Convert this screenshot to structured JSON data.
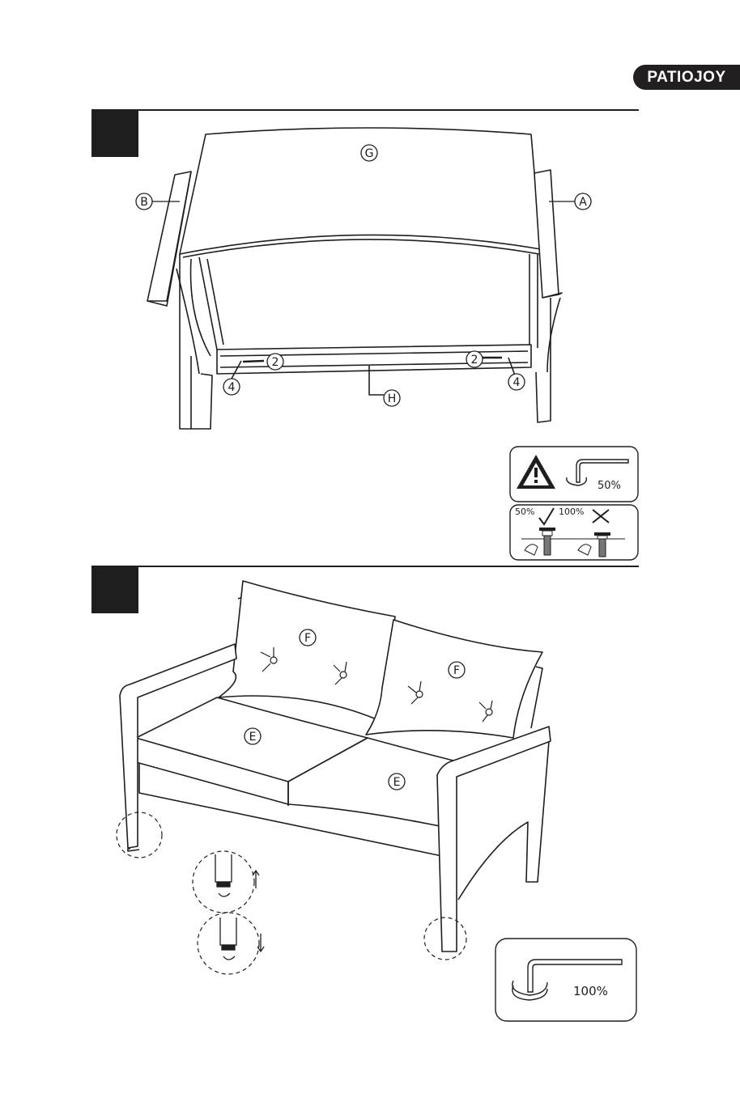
{
  "brand": {
    "logo_text": "PATIOJOY"
  },
  "step1": {
    "parts": {
      "G": "G",
      "B": "B",
      "A": "A",
      "H": "H"
    },
    "hardware": {
      "left_bolt": "2",
      "right_bolt": "2",
      "left_washer": "4",
      "right_washer": "4"
    },
    "tips": {
      "tighten_pct": "50%",
      "ok_pct": "50%",
      "bad_pct": "100%"
    }
  },
  "step2": {
    "parts": {
      "F1": "F",
      "F2": "F",
      "E1": "E",
      "E2": "E"
    },
    "tips": {
      "tighten_pct": "100%"
    }
  },
  "icons": [
    "warning-icon",
    "allen-key-icon",
    "rotate-icon",
    "check-icon",
    "cross-icon",
    "arrow-up-icon",
    "arrow-down-icon"
  ]
}
